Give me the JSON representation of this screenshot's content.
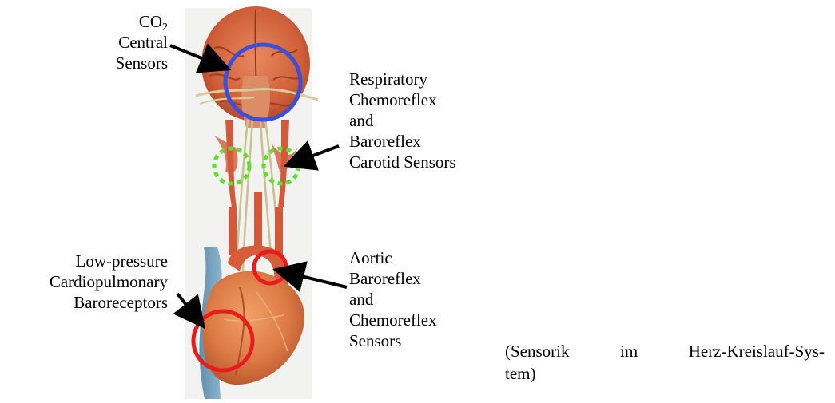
{
  "labels": {
    "co2": {
      "prefix": "CO",
      "subscript": "2",
      "line2": "Central",
      "line3": "Sensors"
    },
    "carotid": {
      "lines": [
        "Respiratory",
        "Chemoreflex",
        "and",
        "Baroreflex",
        "Carotid Sensors"
      ]
    },
    "low_pressure": {
      "lines": [
        "Low-pressure",
        "Cardiopulmonary",
        "Baroreceptors"
      ]
    },
    "aortic": {
      "lines": [
        "Aortic",
        "Baroreflex",
        "and",
        "Chemoreflex",
        "Sensors"
      ]
    }
  },
  "caption": {
    "words": [
      "(Sensorik",
      "im",
      "Herz-Kreislauf-Sys-"
    ],
    "line2": "tem)"
  },
  "colors": {
    "central_circle": "#3b4fd8",
    "carotid_circles": "#5fe02a",
    "cardio_circles": "#e81c1c",
    "tissue": "#cc5a36"
  }
}
